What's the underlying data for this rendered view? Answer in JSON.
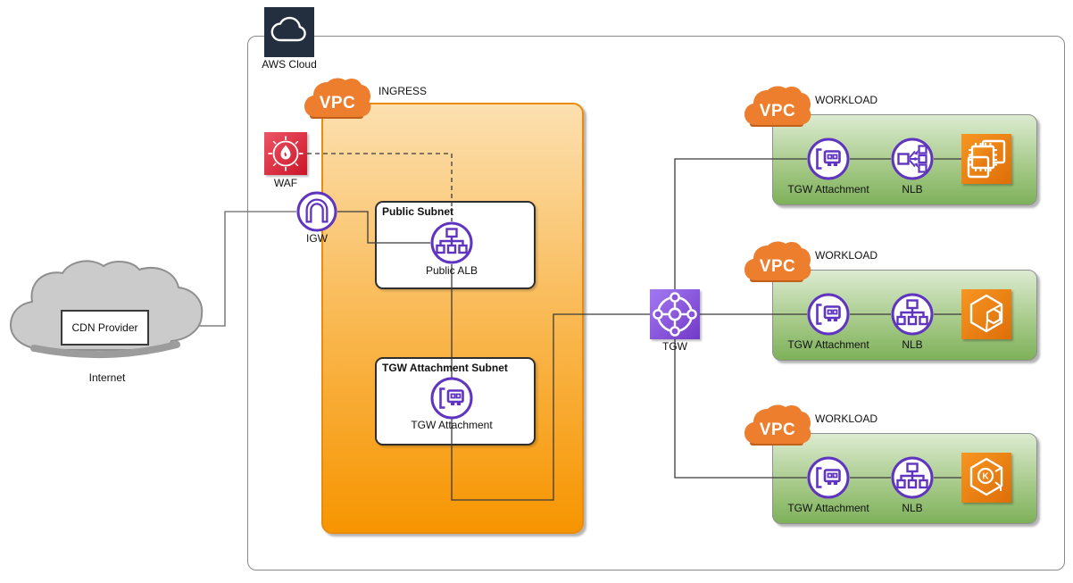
{
  "diagram": {
    "aws_cloud": {
      "label": "AWS Cloud",
      "icon": "aws-cloud-icon"
    },
    "internet": {
      "cloud_label": "Internet",
      "cdn_label": "CDN Provider",
      "icon": "internet-cloud"
    },
    "ingress": {
      "vpc_badge": "VPC",
      "zone_label": "INGRESS",
      "waf_label": "WAF",
      "igw_label": "IGW",
      "public_subnet": {
        "title": "Public Subnet",
        "alb_label": "Public ALB"
      },
      "tgw_subnet": {
        "title": "TGW Attachment Subnet",
        "attachment_label": "TGW Attachment"
      }
    },
    "tgw": {
      "label": "TGW",
      "icon": "transit-gateway-icon"
    },
    "workloads": [
      {
        "vpc_badge": "VPC",
        "zone_label": "WORKLOAD",
        "attachment_label": "TGW Attachment",
        "nlb_label": "NLB",
        "service_icon": "ec2-instances"
      },
      {
        "vpc_badge": "VPC",
        "zone_label": "WORKLOAD",
        "attachment_label": "TGW Attachment",
        "nlb_label": "NLB",
        "service_icon": "ecs"
      },
      {
        "vpc_badge": "VPC",
        "zone_label": "WORKLOAD",
        "attachment_label": "TGW Attachment",
        "nlb_label": "NLB",
        "service_icon": "eks",
        "service_glyph_letter": "K"
      }
    ],
    "colors": {
      "aws_dark": "#232F3E",
      "vpc_fill_orange": "#F79500",
      "vpc_border_orange": "#E98B0B",
      "workload_green": "#7EB15A",
      "icon_purple": "#5F35C0",
      "tgw_purple": "#7E46D8",
      "service_orange": "#ED7100",
      "waf_red": "#DD2E44",
      "vpc_cloud_orange": "#EC7E2E",
      "internet_gray": "#CBCBCB"
    }
  }
}
